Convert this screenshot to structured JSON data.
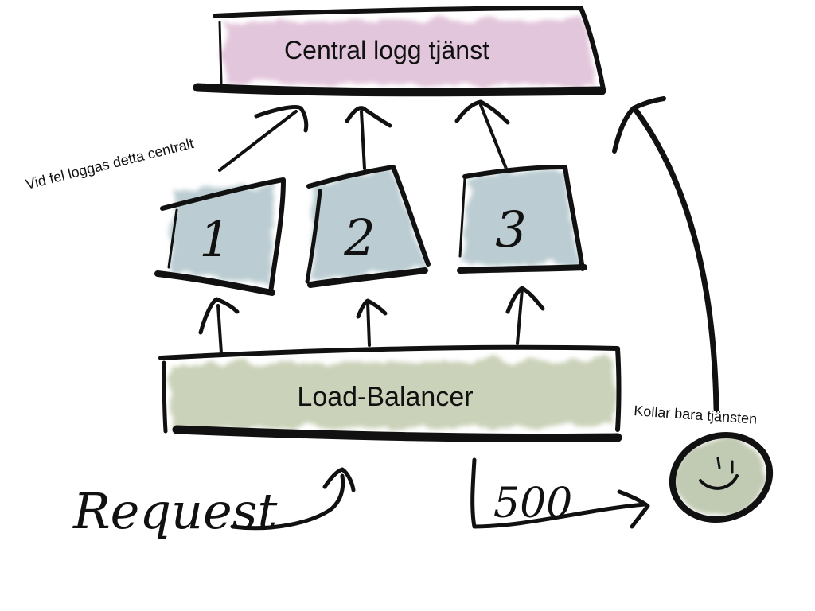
{
  "diagram": {
    "central_service": "Central logg tjänst",
    "load_balancer": "Load-Balancer",
    "servers": [
      "1",
      "2",
      "3"
    ],
    "request_label": "Request",
    "error_code": "500",
    "error_note": "Vid fel loggas detta centralt",
    "monitor_note": "Kollar bara tjänsten"
  },
  "colors": {
    "central_wash": "#d9b3cf",
    "server_wash": "#9fb8bf",
    "balancer_wash": "#b9c3a2",
    "monitor_wash": "#b7c1a6",
    "ink": "#111111"
  },
  "icons": {
    "monitor": "smiley-face-icon"
  }
}
